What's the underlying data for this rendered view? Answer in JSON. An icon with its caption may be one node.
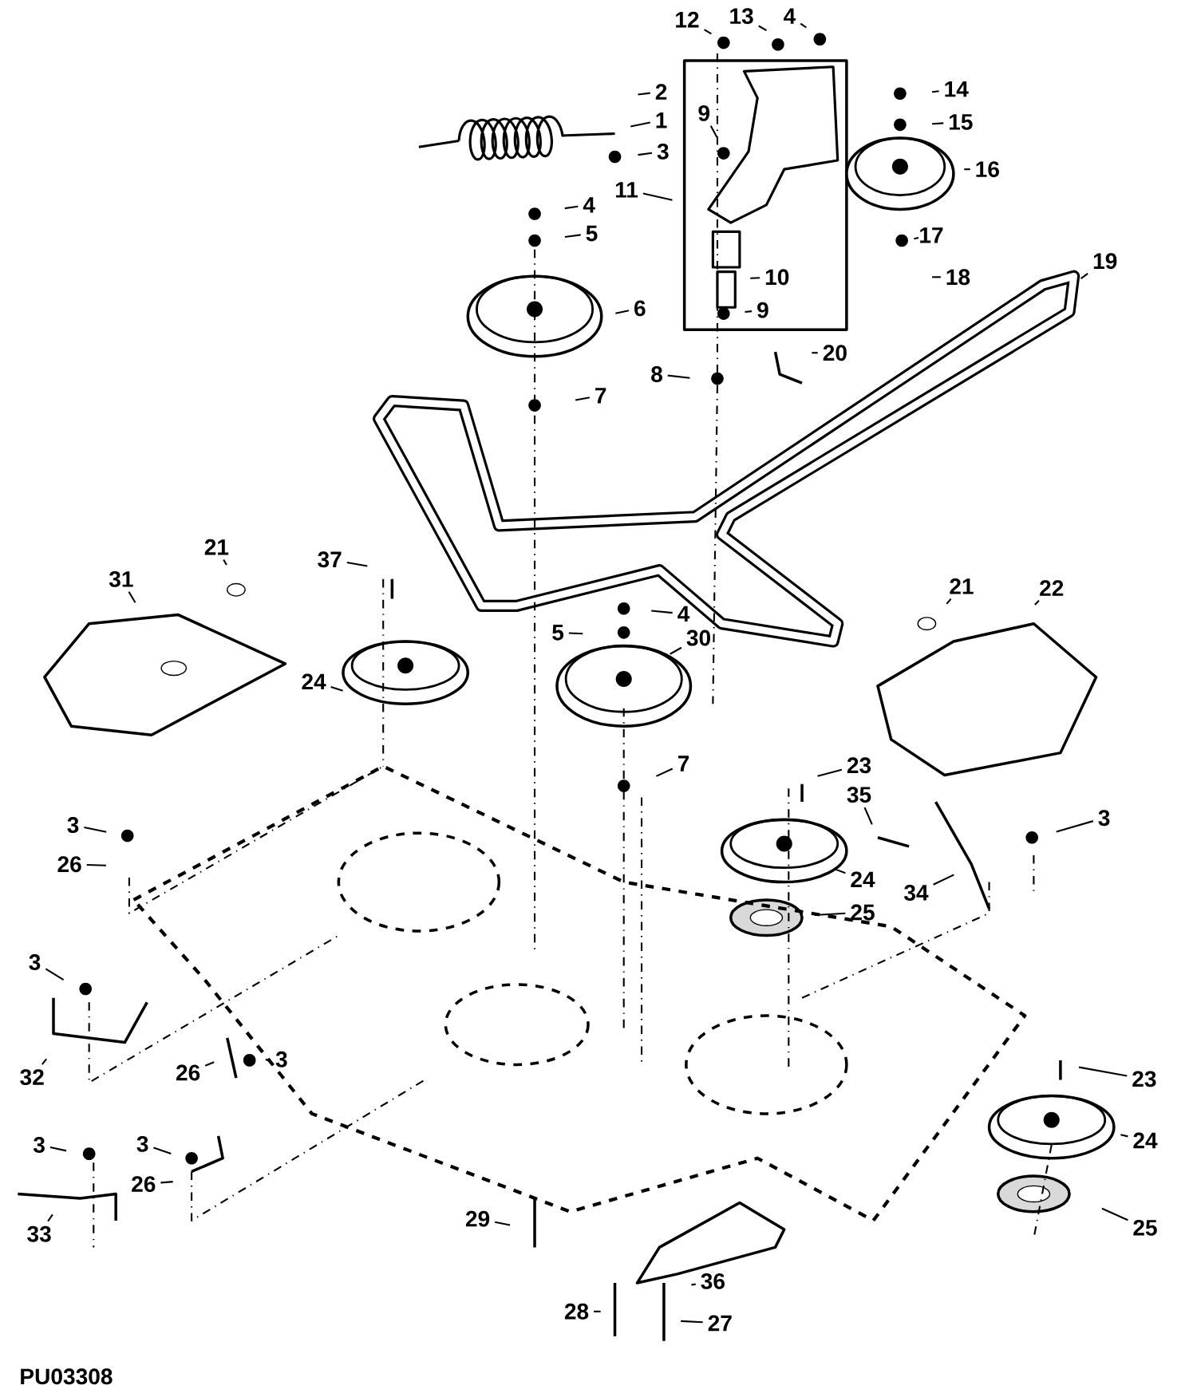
{
  "diagram": {
    "nodes": [
      {
        "text": [
          "12"
        ]
      },
      {
        "text": [
          "13"
        ]
      },
      {
        "text": [
          "4"
        ]
      },
      {
        "text": [
          "2"
        ]
      },
      {
        "text": [
          "14"
        ]
      },
      {
        "text": [
          "1"
        ]
      },
      {
        "text": [
          "9"
        ]
      },
      {
        "text": [
          "15"
        ]
      },
      {
        "text": [
          "3"
        ]
      },
      {
        "text": [
          "16"
        ]
      },
      {
        "text": [
          "11"
        ]
      },
      {
        "text": [
          "4"
        ]
      },
      {
        "text": [
          "5"
        ]
      },
      {
        "text": [
          "17"
        ]
      },
      {
        "text": [
          "19"
        ]
      },
      {
        "text": [
          "10"
        ]
      },
      {
        "text": [
          "18"
        ]
      },
      {
        "text": [
          "6"
        ]
      },
      {
        "text": [
          "9"
        ]
      },
      {
        "text": [
          "20"
        ]
      },
      {
        "text": [
          "8"
        ]
      },
      {
        "text": [
          "7"
        ]
      },
      {
        "text": [
          "21"
        ]
      },
      {
        "text": [
          "37"
        ]
      },
      {
        "text": [
          "31"
        ]
      },
      {
        "text": [
          "21"
        ]
      },
      {
        "text": [
          "22"
        ]
      },
      {
        "text": [
          "4"
        ]
      },
      {
        "text": [
          "5"
        ]
      },
      {
        "text": [
          "30"
        ]
      },
      {
        "text": [
          "24"
        ]
      },
      {
        "text": [
          "7"
        ]
      },
      {
        "text": [
          "23"
        ]
      },
      {
        "text": [
          "35"
        ]
      },
      {
        "text": [
          "3"
        ]
      },
      {
        "text": [
          "3"
        ]
      },
      {
        "text": [
          "26"
        ]
      },
      {
        "text": [
          "24"
        ]
      },
      {
        "text": [
          "34"
        ]
      },
      {
        "text": [
          "25"
        ]
      },
      {
        "text": [
          "3"
        ]
      },
      {
        "text": [
          "3"
        ]
      },
      {
        "text": [
          "26"
        ]
      },
      {
        "text": [
          "32"
        ]
      },
      {
        "text": [
          "23"
        ]
      },
      {
        "text": [
          "24"
        ]
      },
      {
        "text": [
          "3"
        ]
      },
      {
        "text": [
          "3"
        ]
      },
      {
        "text": [
          "26"
        ]
      },
      {
        "text": [
          "29"
        ]
      },
      {
        "text": [
          "25"
        ]
      },
      {
        "text": [
          "33"
        ]
      },
      {
        "text": [
          "36"
        ]
      },
      {
        "text": [
          "28"
        ]
      },
      {
        "text": [
          "27"
        ]
      }
    ],
    "edges": [
      {
        "from": 0,
        "to": null,
        "arrow": "none"
      },
      {
        "from": 1,
        "to": null,
        "arrow": "none"
      },
      {
        "from": 2,
        "to": null,
        "arrow": "none"
      },
      {
        "from": 3,
        "to": null,
        "arrow": "none"
      },
      {
        "from": 4,
        "to": null,
        "arrow": "none"
      },
      {
        "from": 5,
        "to": null,
        "arrow": "none"
      },
      {
        "from": 6,
        "to": null,
        "arrow": "none"
      },
      {
        "from": 7,
        "to": null,
        "arrow": "none"
      },
      {
        "from": 8,
        "to": null,
        "arrow": "none"
      },
      {
        "from": 9,
        "to": null,
        "arrow": "none"
      },
      {
        "from": 10,
        "to": null,
        "arrow": "none"
      },
      {
        "from": 11,
        "to": null,
        "arrow": "none"
      },
      {
        "from": 12,
        "to": null,
        "arrow": "none"
      },
      {
        "from": 13,
        "to": null,
        "arrow": "none"
      },
      {
        "from": 14,
        "to": null,
        "arrow": "none"
      },
      {
        "from": 15,
        "to": null,
        "arrow": "none"
      },
      {
        "from": 16,
        "to": null,
        "arrow": "none"
      },
      {
        "from": 17,
        "to": null,
        "arrow": "none"
      },
      {
        "from": 18,
        "to": null,
        "arrow": "none"
      },
      {
        "from": 19,
        "to": null,
        "arrow": "none"
      },
      {
        "from": 20,
        "to": null,
        "arrow": "none"
      },
      {
        "from": 21,
        "to": null,
        "arrow": "none"
      },
      {
        "from": 22,
        "to": null,
        "arrow": "none"
      },
      {
        "from": 23,
        "to": null,
        "arrow": "none"
      },
      {
        "from": 24,
        "to": null,
        "arrow": "none"
      },
      {
        "from": 25,
        "to": null,
        "arrow": "none"
      },
      {
        "from": 26,
        "to": null,
        "arrow": "none"
      },
      {
        "from": 27,
        "to": null,
        "arrow": "none"
      },
      {
        "from": 28,
        "to": null,
        "arrow": "none"
      },
      {
        "from": 29,
        "to": null,
        "arrow": "none"
      },
      {
        "from": 30,
        "to": null,
        "arrow": "none"
      },
      {
        "from": 31,
        "to": null,
        "arrow": "none"
      },
      {
        "from": 32,
        "to": null,
        "arrow": "none"
      },
      {
        "from": 33,
        "to": null,
        "arrow": "none"
      },
      {
        "from": 34,
        "to": null,
        "arrow": "none"
      },
      {
        "from": 35,
        "to": null,
        "arrow": "none"
      },
      {
        "from": 36,
        "to": null,
        "arrow": "none"
      },
      {
        "from": 37,
        "to": null,
        "arrow": "none"
      },
      {
        "from": 38,
        "to": null,
        "arrow": "none"
      },
      {
        "from": 39,
        "to": null,
        "arrow": "none"
      },
      {
        "from": 40,
        "to": null,
        "arrow": "none"
      },
      {
        "from": 41,
        "to": null,
        "arrow": "none"
      },
      {
        "from": 42,
        "to": null,
        "arrow": "none"
      },
      {
        "from": 43,
        "to": null,
        "arrow": "none"
      },
      {
        "from": 44,
        "to": null,
        "arrow": "none"
      },
      {
        "from": 45,
        "to": null,
        "arrow": "none"
      },
      {
        "from": 46,
        "to": null,
        "arrow": "none"
      },
      {
        "from": 47,
        "to": null,
        "arrow": "none"
      },
      {
        "from": 48,
        "to": null,
        "arrow": "none"
      },
      {
        "from": 49,
        "to": null,
        "arrow": "none"
      },
      {
        "from": 50,
        "to": null,
        "arrow": "none"
      },
      {
        "from": 51,
        "to": null,
        "arrow": "none"
      },
      {
        "from": 52,
        "to": null,
        "arrow": "none"
      },
      {
        "from": 53,
        "to": null,
        "arrow": "none"
      },
      {
        "from": 54,
        "to": null,
        "arrow": "none"
      }
    ],
    "labels": [
      "PU03308"
    ]
  }
}
